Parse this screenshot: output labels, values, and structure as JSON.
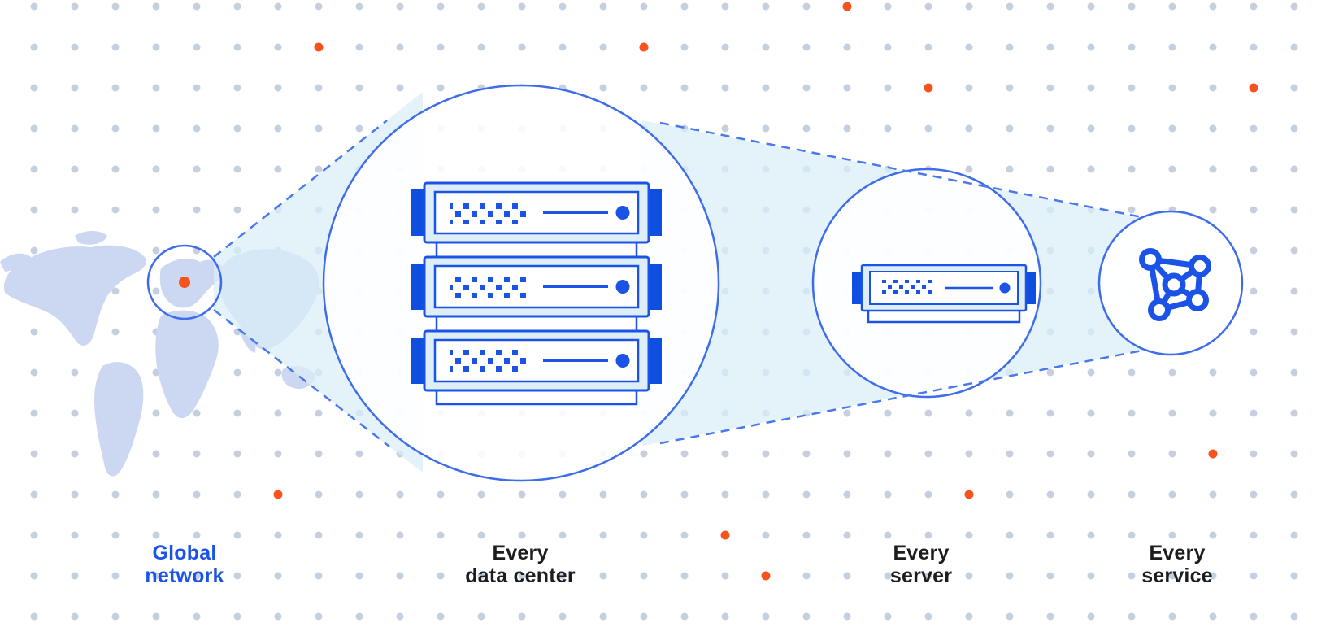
{
  "diagram_title": "network zoom illustration",
  "stages": [
    {
      "id": "global-network",
      "line1": "Global",
      "line2": "network",
      "label_color": "#1a53e6",
      "icon": "world-map-focus-icon"
    },
    {
      "id": "every-data-center",
      "line1": "Every",
      "line2": "data center",
      "label_color": "#1d1d1f",
      "icon": "server-rack-icon"
    },
    {
      "id": "every-server",
      "line1": "Every",
      "line2": "server",
      "label_color": "#1d1d1f",
      "icon": "server-icon"
    },
    {
      "id": "every-service",
      "line1": "Every",
      "line2": "service",
      "label_color": "#1d1d1f",
      "icon": "network-mesh-icon"
    }
  ],
  "icons": {
    "background": "dot-grid",
    "map_marker": "location-dot-icon",
    "beams": "zoom-beam",
    "rack": "server-rack-icon",
    "server": "server-icon",
    "mesh": "network-mesh-icon"
  },
  "palette": {
    "accent_blue": "#1a53e6",
    "accent_blue_deep": "#0f4fe0",
    "server_body_fill": "#ddeef7",
    "beam_fill": "#d9eef7",
    "map_fill": "#ccd8f2",
    "grid_dot": "#c5cfe0",
    "accent_orange": "#f6531f",
    "circle_stroke": "#3e6ceb",
    "dash_stroke": "#4a78ee",
    "label_dark": "#1d1d1f"
  }
}
